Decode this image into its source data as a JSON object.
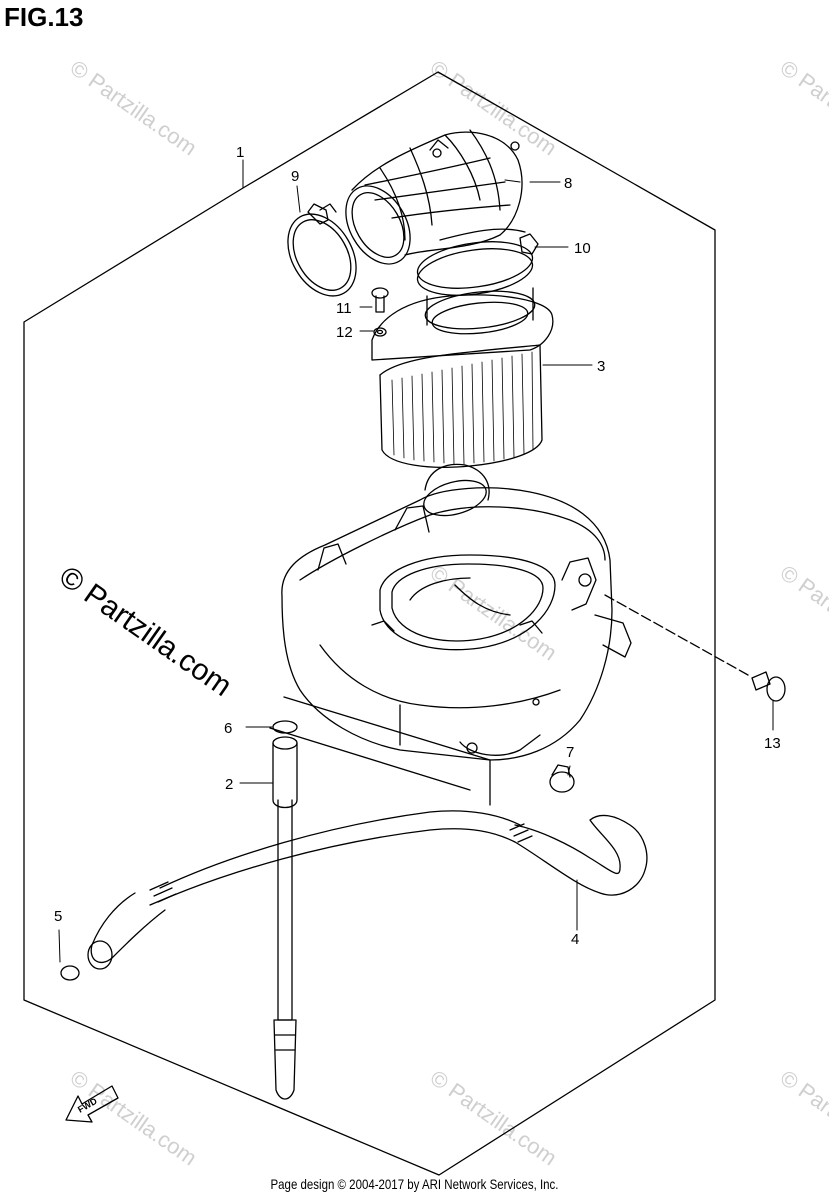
{
  "figure": {
    "title": "FIG.13"
  },
  "footer": {
    "text": "Page design © 2004-2017 by ARI Network Services, Inc."
  },
  "watermark": {
    "text": "© Partzilla.com"
  },
  "fwd_label": "FWD",
  "callouts": [
    {
      "num": "1"
    },
    {
      "num": "2"
    },
    {
      "num": "3"
    },
    {
      "num": "4"
    },
    {
      "num": "5"
    },
    {
      "num": "6"
    },
    {
      "num": "7"
    },
    {
      "num": "8"
    },
    {
      "num": "9"
    },
    {
      "num": "10"
    },
    {
      "num": "11"
    },
    {
      "num": "12"
    },
    {
      "num": "13"
    }
  ]
}
